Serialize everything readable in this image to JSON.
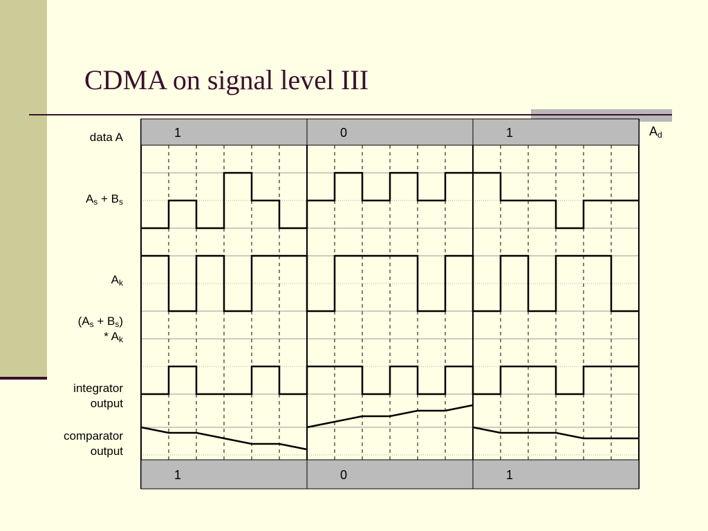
{
  "slide": {
    "title": "CDMA on signal level III"
  },
  "labels": {
    "data_a": "data A",
    "as_plus_bs": {
      "a": "A",
      "a_sub": "s",
      "plus": " + B",
      "b_sub": "s"
    },
    "ak": {
      "a": "A",
      "a_sub": "k"
    },
    "product": {
      "line1_open": "(A",
      "a_sub": "s",
      "plus": " + B",
      "b_sub": "s",
      "close": ")",
      "line2": "* A",
      "k_sub": "k"
    },
    "integrator": {
      "line1": "integrator",
      "line2": "output"
    },
    "comparator": {
      "line1": "comparator",
      "line2": "output"
    },
    "ad": {
      "a": "A",
      "sub": "d"
    }
  },
  "diagram": {
    "top_bits": [
      "1",
      "0",
      "1"
    ],
    "bottom_bits": [
      "1",
      "0",
      "1"
    ],
    "chips_per_bit": 6,
    "signals": {
      "as_plus_bs": [
        -1,
        0,
        -1,
        1,
        0,
        -1,
        0,
        1,
        0,
        1,
        0,
        1,
        1,
        0,
        0,
        -1,
        0,
        0
      ],
      "ak": [
        1,
        -1,
        1,
        -1,
        1,
        1,
        -1,
        1,
        1,
        1,
        -1,
        1,
        -1,
        1,
        -1,
        1,
        1,
        -1
      ],
      "product": [
        -1,
        0,
        -1,
        -1,
        0,
        -1,
        0,
        0,
        -1,
        0,
        -1,
        0,
        -1,
        0,
        0,
        -1,
        0,
        0
      ],
      "integrator": [
        [
          0,
          -1,
          -1,
          -2,
          -3,
          -3,
          -4
        ],
        [
          0,
          1,
          2,
          2,
          3,
          3,
          4
        ],
        [
          0,
          -1,
          -1,
          -1,
          -2,
          -2,
          -2
        ]
      ]
    }
  },
  "colors": {
    "background": "#FFFFE5",
    "left_band": "#CCCC99",
    "title": "#3A0F2E",
    "bit_box": "#BBBBBB",
    "signal": "#000000"
  }
}
